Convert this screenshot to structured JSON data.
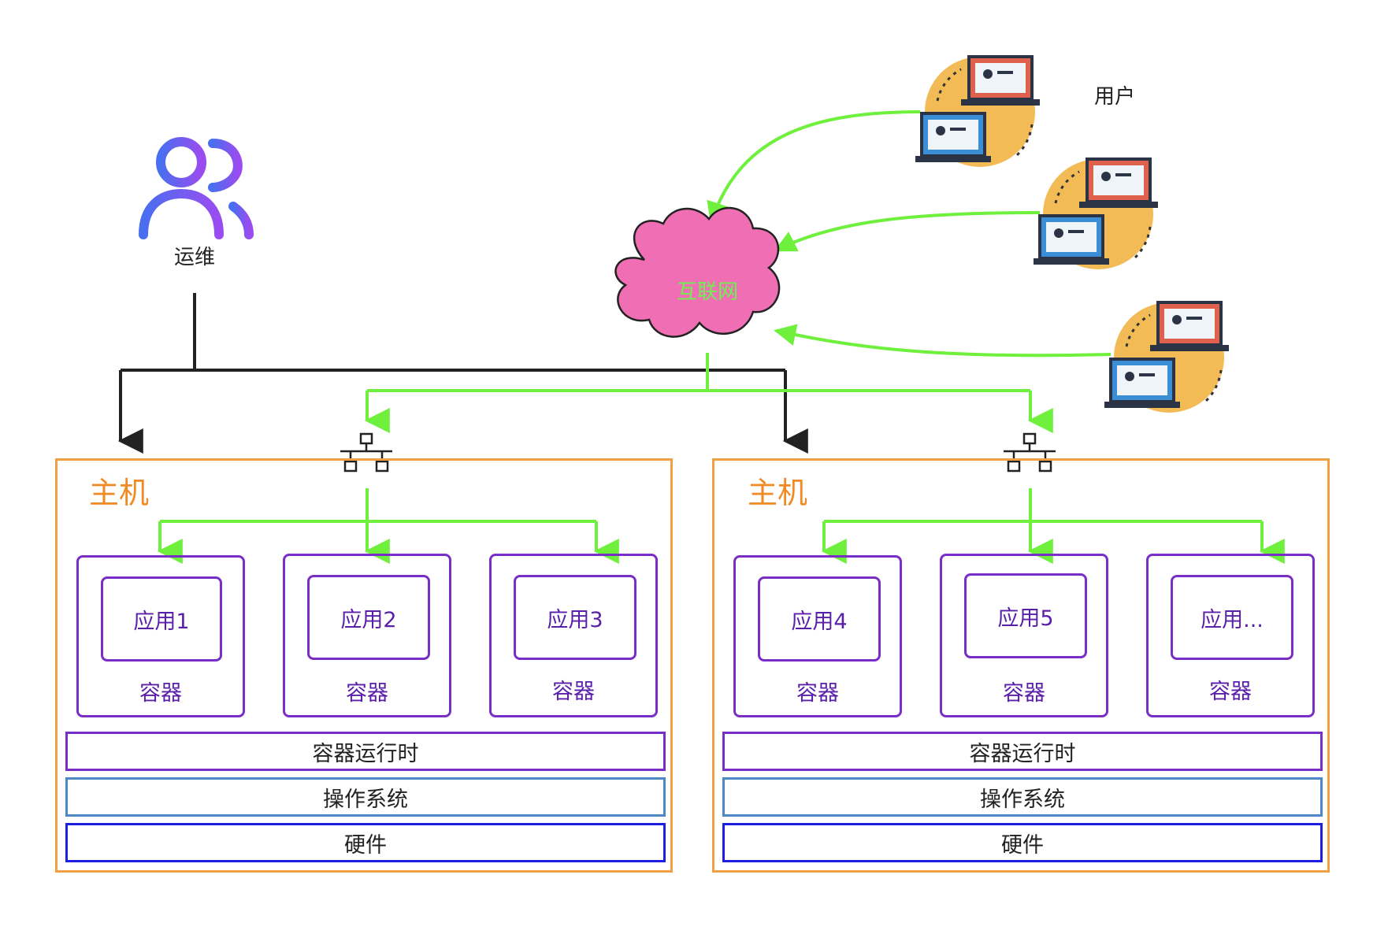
{
  "ops": {
    "label": "运维"
  },
  "users": {
    "label": "用户"
  },
  "internet": {
    "label": "互联网"
  },
  "hosts": [
    {
      "title": "主机",
      "containers": [
        {
          "app": "应用1",
          "label": "容器"
        },
        {
          "app": "应用2",
          "label": "容器"
        },
        {
          "app": "应用3",
          "label": "容器"
        }
      ],
      "runtime": "容器运行时",
      "os": "操作系统",
      "hardware": "硬件"
    },
    {
      "title": "主机",
      "containers": [
        {
          "app": "应用4",
          "label": "容器"
        },
        {
          "app": "应用5",
          "label": "容器"
        },
        {
          "app": "应用...",
          "label": "容器"
        }
      ],
      "runtime": "容器运行时",
      "os": "操作系统",
      "hardware": "硬件"
    }
  ],
  "colors": {
    "internet_fill": "#f06eb4",
    "internet_text": "#6ef050",
    "network_line": "#6ef03c",
    "ops_line": "#222222",
    "host_border": "#f0a040",
    "container_border": "#7a2ec8",
    "os_border": "#4a88c8",
    "hardware_border": "#1e1ee0",
    "user_circle": "#f2bb55",
    "ops_icon_gradient": [
      "#4a6ef0",
      "#9a4cf0"
    ]
  },
  "icons": {
    "ops": "person-group-icon",
    "user": "laptop-pair-icon",
    "switch": "network-switch-icon"
  }
}
